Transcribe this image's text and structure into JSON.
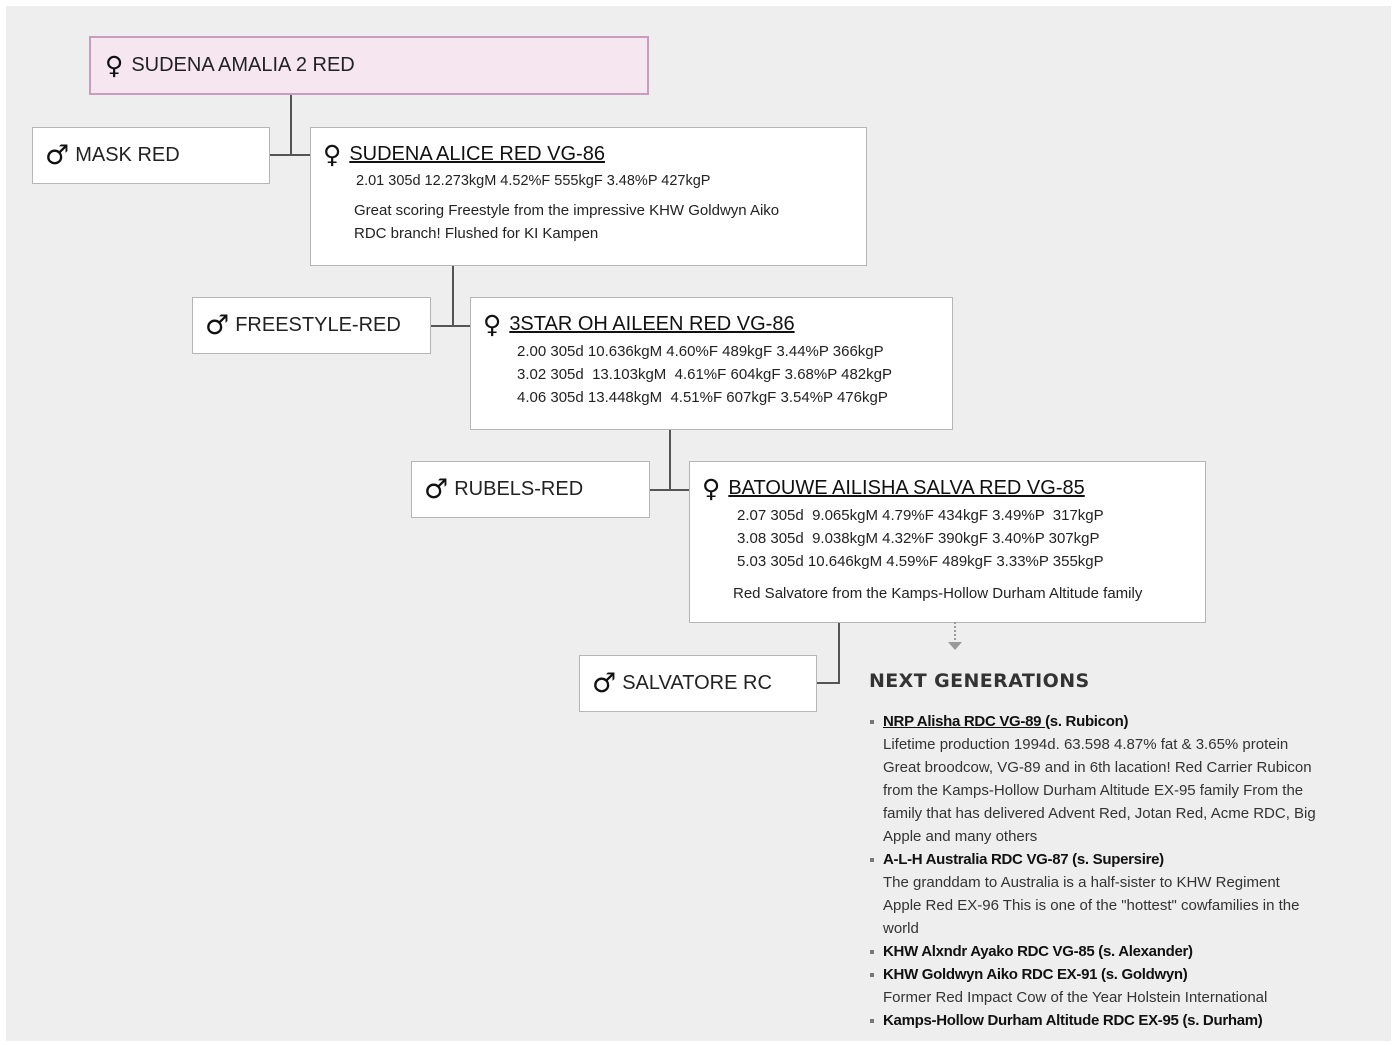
{
  "top_animal": {
    "name": "SUDENA AMALIA 2 RED"
  },
  "generations": [
    {
      "sire": "MASK RED",
      "dam": "SUDENA ALICE RED VG-86",
      "lactations": [
        "2.01 305d 12.273kgM 4.52%F 555kgF 3.48%P 427kgP"
      ],
      "comment_lines": [
        "Great scoring Freestyle from the impressive KHW Goldwyn Aiko",
        "RDC branch! Flushed for KI Kampen"
      ]
    },
    {
      "sire": "FREESTYLE-RED",
      "dam": "3STAR OH AILEEN RED VG-86",
      "lactations": [
        "2.00 305d 10.636kgM 4.60%F 489kgF 3.44%P 366kgP",
        "3.02 305d  13.103kgM  4.61%F 604kgF 3.68%P 482kgP",
        "4.06 305d 13.448kgM  4.51%F 607kgF 3.54%P 476kgP"
      ],
      "comment_lines": []
    },
    {
      "sire": "RUBELS-RED",
      "dam": "BATOUWE AILISHA SALVA RED VG-85",
      "lactations": [
        "2.07 305d  9.065kgM 4.79%F 434kgF 3.49%P  317kgP",
        "3.08 305d  9.038kgM 4.32%F 390kgF 3.40%P 307kgP",
        "5.03 305d 10.646kgM 4.59%F 489kgF 3.33%P 355kgP"
      ],
      "comment_lines": [
        "Red Salvatore from the Kamps-Hollow Durham Altitude family"
      ]
    },
    {
      "sire": "SALVATORE RC"
    }
  ],
  "next_generations": {
    "heading": "NEXT GENERATIONS",
    "items": [
      {
        "name": "NRP Alisha RDC VG-89 ",
        "sire": "(s. Rubicon)",
        "linked": true,
        "desc_lines": [
          "Lifetime production 1994d. 63.598 4.87% fat & 3.65% protein",
          "Great broodcow, VG-89 and in 6th lacation! Red Carrier Rubicon",
          "from the Kamps-Hollow Durham Altitude EX-95 family From the",
          "family that has delivered Advent Red, Jotan Red, Acme RDC, Big",
          "Apple and many others"
        ]
      },
      {
        "name": "A-L-H Australia RDC VG-87 ",
        "sire": "(s. Supersire)",
        "linked": false,
        "desc_lines": [
          "The granddam to Australia is a half-sister to KHW Regiment",
          "Apple Red EX-96 This is one of the \"hottest\" cowfamilies in the",
          "world"
        ]
      },
      {
        "name": "KHW Alxndr Ayako RDC VG-85 ",
        "sire": "(s. Alexander)",
        "linked": false,
        "desc_lines": []
      },
      {
        "name": "KHW Goldwyn Aiko RDC EX-91 ",
        "sire": "(s. Goldwyn)",
        "linked": false,
        "desc_lines": [
          "Former Red Impact Cow of the Year Holstein International"
        ]
      },
      {
        "name": "Kamps-Hollow Durham Altitude RDC EX-95 ",
        "sire": "(s. Durham)",
        "linked": false,
        "desc_lines": []
      }
    ]
  },
  "icons": {
    "female": "female-symbol-icon",
    "male": "male-symbol-icon"
  },
  "colors": {
    "top_box_fill": "#f6e6f0",
    "top_box_border": "#c99bbd",
    "canvas_bg": "#eeeeee"
  }
}
